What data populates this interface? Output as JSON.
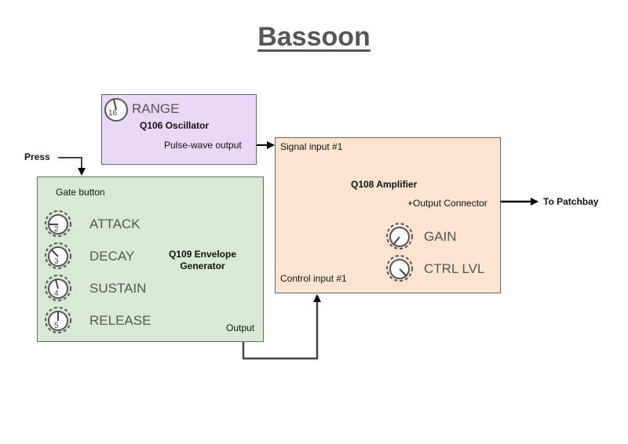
{
  "title": "Bassoon",
  "external": {
    "press_label": "Press",
    "patchbay_label": "To Patchbay"
  },
  "oscillator": {
    "name": "Q106 Oscillator",
    "color": "#e9d8f7",
    "knob": {
      "label": "RANGE",
      "value": "16"
    },
    "output_label": "Pulse-wave output"
  },
  "envelope": {
    "name_line1": "Q109 Envelope",
    "name_line2": "Generator",
    "color": "#d8ead3",
    "gate_label": "Gate button",
    "output_label": "Output",
    "knobs": [
      {
        "label": "ATTACK",
        "value": "2"
      },
      {
        "label": "DECAY",
        "value": "3"
      },
      {
        "label": "SUSTAIN",
        "value": "4"
      },
      {
        "label": "RELEASE",
        "value": "5"
      }
    ]
  },
  "amplifier": {
    "name": "Q108 Amplifier",
    "color": "#fce4cf",
    "signal_input_label": "Signal input #1",
    "control_input_label": "Control input #1",
    "output_label": "+Output Connector",
    "knobs": [
      {
        "label": "GAIN"
      },
      {
        "label": "CTRL LVL"
      }
    ]
  }
}
